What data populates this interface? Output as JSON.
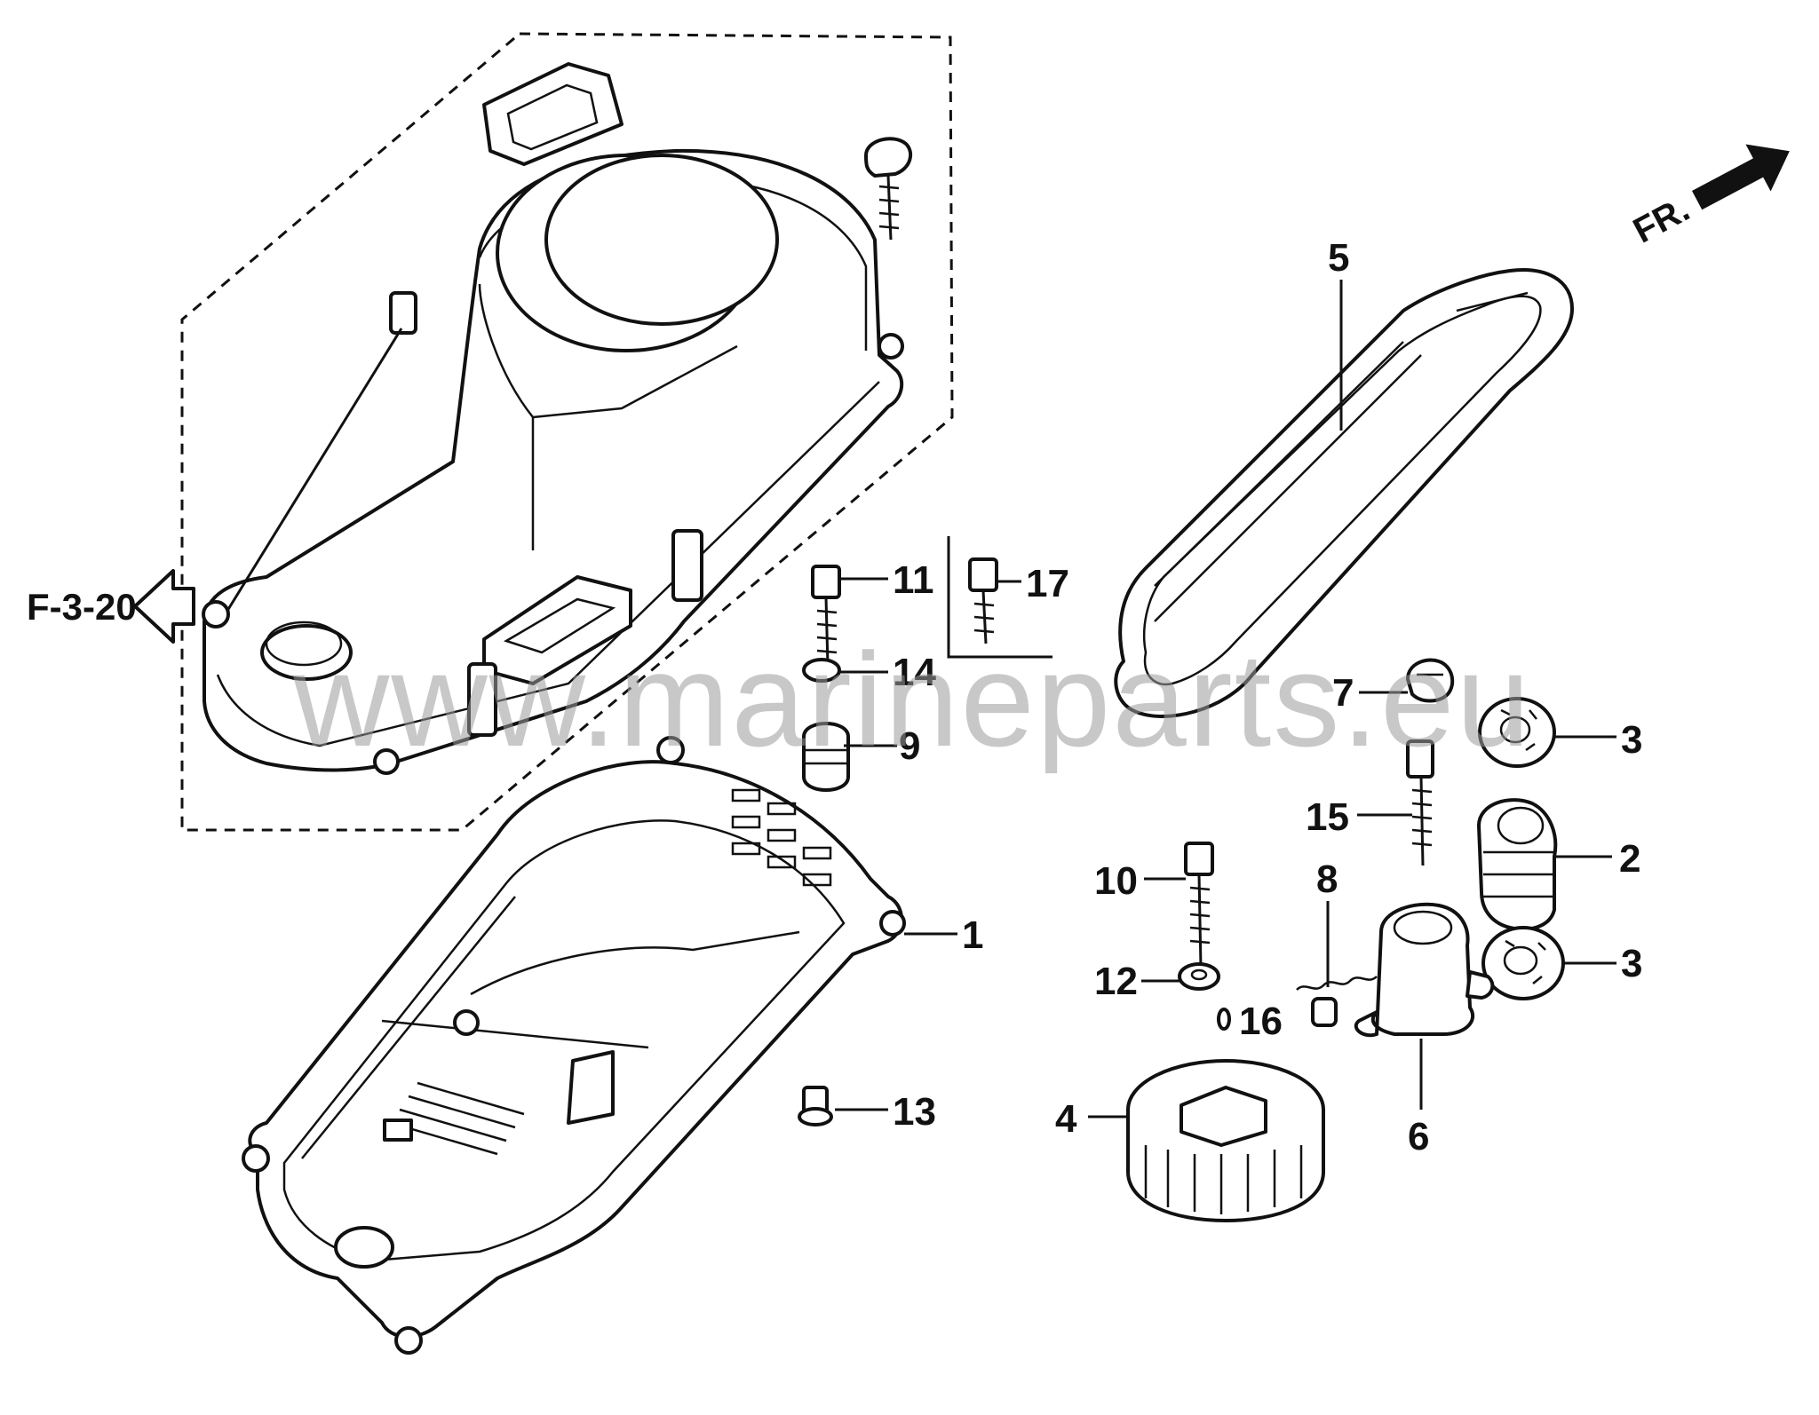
{
  "diagram": {
    "reference": "F-3-20",
    "front_marker": "FR.",
    "watermark": "www.marineparts.eu",
    "callouts": [
      {
        "id": "c1",
        "label": "1"
      },
      {
        "id": "c2",
        "label": "2"
      },
      {
        "id": "c3a",
        "label": "3"
      },
      {
        "id": "c3b",
        "label": "3"
      },
      {
        "id": "c4",
        "label": "4"
      },
      {
        "id": "c5",
        "label": "5"
      },
      {
        "id": "c6",
        "label": "6"
      },
      {
        "id": "c7",
        "label": "7"
      },
      {
        "id": "c8",
        "label": "8"
      },
      {
        "id": "c9",
        "label": "9"
      },
      {
        "id": "c10",
        "label": "10"
      },
      {
        "id": "c11",
        "label": "11"
      },
      {
        "id": "c12",
        "label": "12"
      },
      {
        "id": "c13",
        "label": "13"
      },
      {
        "id": "c14",
        "label": "14"
      },
      {
        "id": "c15",
        "label": "15"
      },
      {
        "id": "c16",
        "label": "16"
      },
      {
        "id": "c17",
        "label": "17"
      }
    ]
  }
}
